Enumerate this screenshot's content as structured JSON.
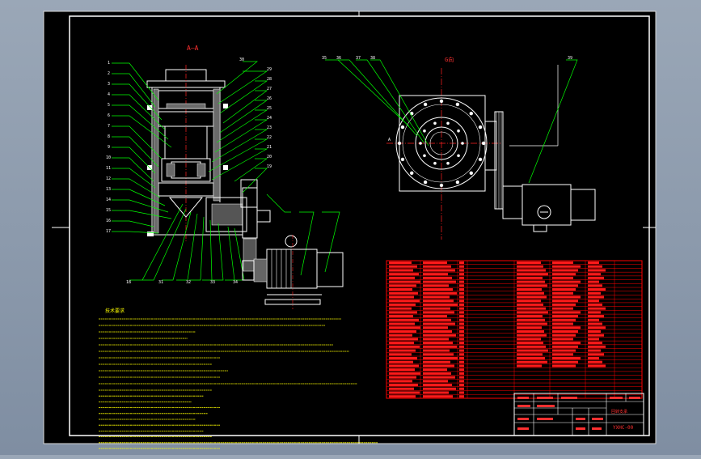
{
  "drawing": {
    "section_label": "A—A",
    "view_label": "G向",
    "drawing_number": "YXHC-00",
    "title_block_note": "回转支承",
    "colors": {
      "background": "#000000",
      "frame": "#ffffff",
      "leader": "#00ff00",
      "outline": "#ffffff",
      "centerline": "#ff2020",
      "table": "#ff0000",
      "annotation": "#ffff00"
    },
    "notes_heading": "技术要求"
  }
}
